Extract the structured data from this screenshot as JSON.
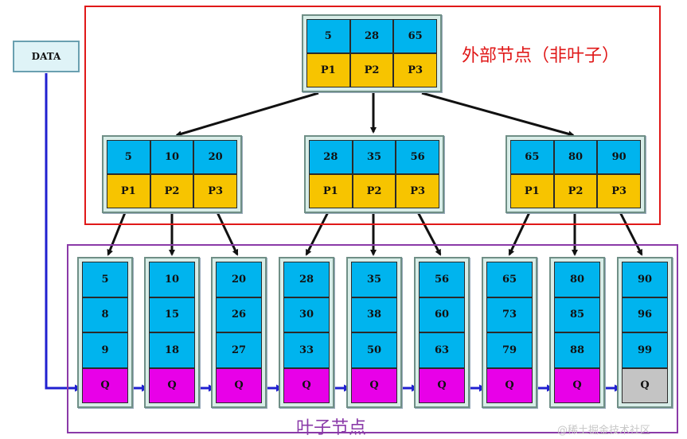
{
  "data_label": "DATA",
  "outer_label": "外部节点（非叶子）",
  "leaf_label": "叶子节点",
  "watermark": "@稀土掘金技术社区",
  "colors": {
    "key_cell": "#00b4ee",
    "pointer_cell": "#f7c400",
    "q_cell": "#e800e8",
    "q_end_cell": "#c4c4c4",
    "outer_frame": "#e01818",
    "leaf_frame": "#8a3aa8",
    "leaf_link": "#2020d0",
    "tree_arrow": "#111111"
  },
  "root": {
    "keys": [
      "5",
      "28",
      "65"
    ],
    "pointers": [
      "P1",
      "P2",
      "P3"
    ]
  },
  "internal": [
    {
      "keys": [
        "5",
        "10",
        "20"
      ],
      "pointers": [
        "P1",
        "P2",
        "P3"
      ]
    },
    {
      "keys": [
        "28",
        "35",
        "56"
      ],
      "pointers": [
        "P1",
        "P2",
        "P3"
      ]
    },
    {
      "keys": [
        "65",
        "80",
        "90"
      ],
      "pointers": [
        "P1",
        "P2",
        "P3"
      ]
    }
  ],
  "leaves": [
    {
      "keys": [
        "5",
        "8",
        "9"
      ],
      "q": "Q"
    },
    {
      "keys": [
        "10",
        "15",
        "18"
      ],
      "q": "Q"
    },
    {
      "keys": [
        "20",
        "26",
        "27"
      ],
      "q": "Q"
    },
    {
      "keys": [
        "28",
        "30",
        "33"
      ],
      "q": "Q"
    },
    {
      "keys": [
        "35",
        "38",
        "50"
      ],
      "q": "Q"
    },
    {
      "keys": [
        "56",
        "60",
        "63"
      ],
      "q": "Q"
    },
    {
      "keys": [
        "65",
        "73",
        "79"
      ],
      "q": "Q"
    },
    {
      "keys": [
        "80",
        "85",
        "88"
      ],
      "q": "Q"
    },
    {
      "keys": [
        "90",
        "96",
        "99"
      ],
      "q": "Q"
    }
  ]
}
